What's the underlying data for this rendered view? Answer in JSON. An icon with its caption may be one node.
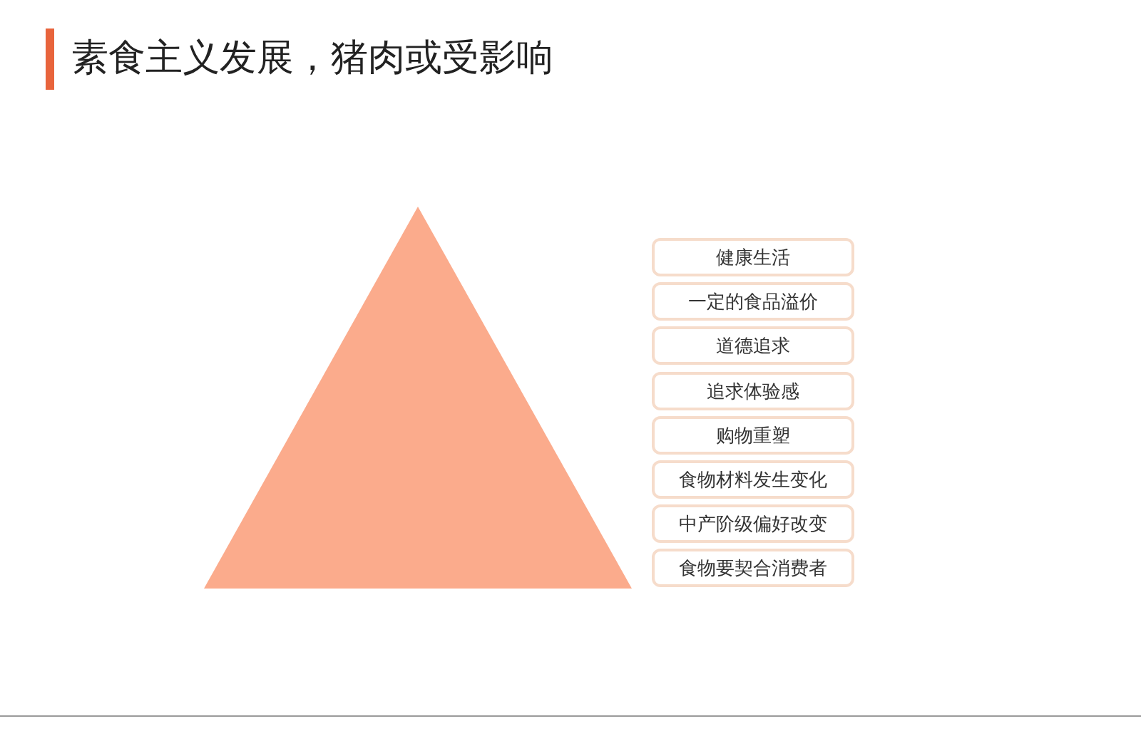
{
  "diagram": {
    "title": "素食主义发展，猪肉或受影响",
    "nodes": [
      {
        "text": [],
        "shape": "triangle"
      },
      {
        "text": [
          "健康生活"
        ]
      },
      {
        "text": [
          "一定的食品溢价"
        ]
      },
      {
        "text": [
          "道德追求"
        ]
      },
      {
        "text": [
          "追求体验感"
        ]
      },
      {
        "text": [
          "购物重塑"
        ]
      },
      {
        "text": [
          "食物材料发生变化"
        ]
      },
      {
        "text": [
          "中产阶级偏好改变"
        ]
      },
      {
        "text": [
          "食物要契合消费者"
        ]
      }
    ]
  }
}
